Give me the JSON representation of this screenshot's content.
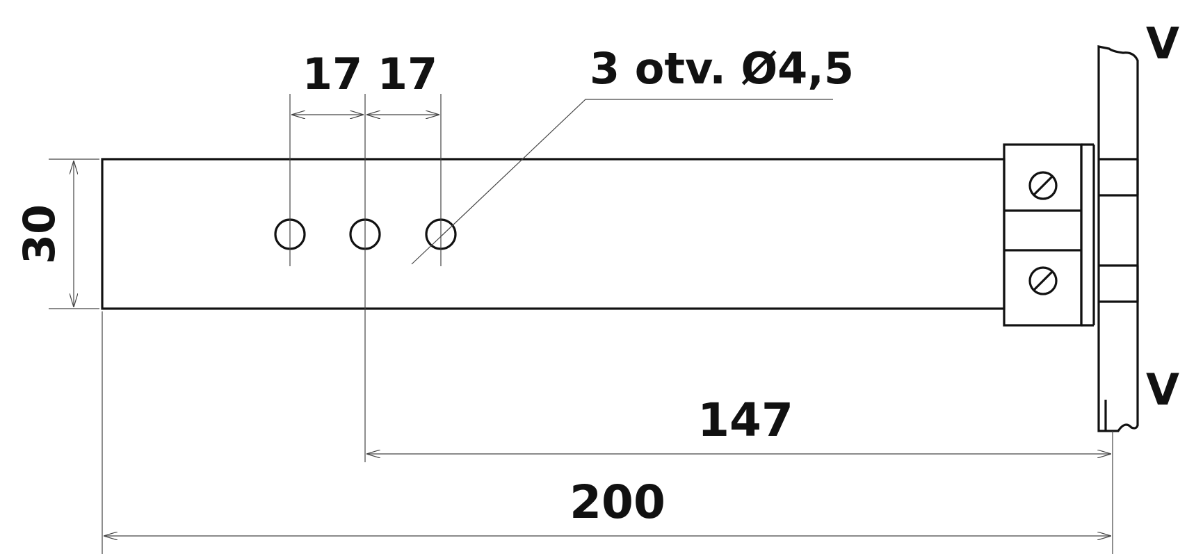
{
  "drawing": {
    "dimensions": {
      "pitch_1": "17",
      "pitch_2": "17",
      "height": "30",
      "hole_offset": "147",
      "overall_length": "200"
    },
    "callout": {
      "holes": "3 otv. Ø4,5"
    },
    "section_marks": {
      "top": "V",
      "bottom": "V"
    }
  }
}
